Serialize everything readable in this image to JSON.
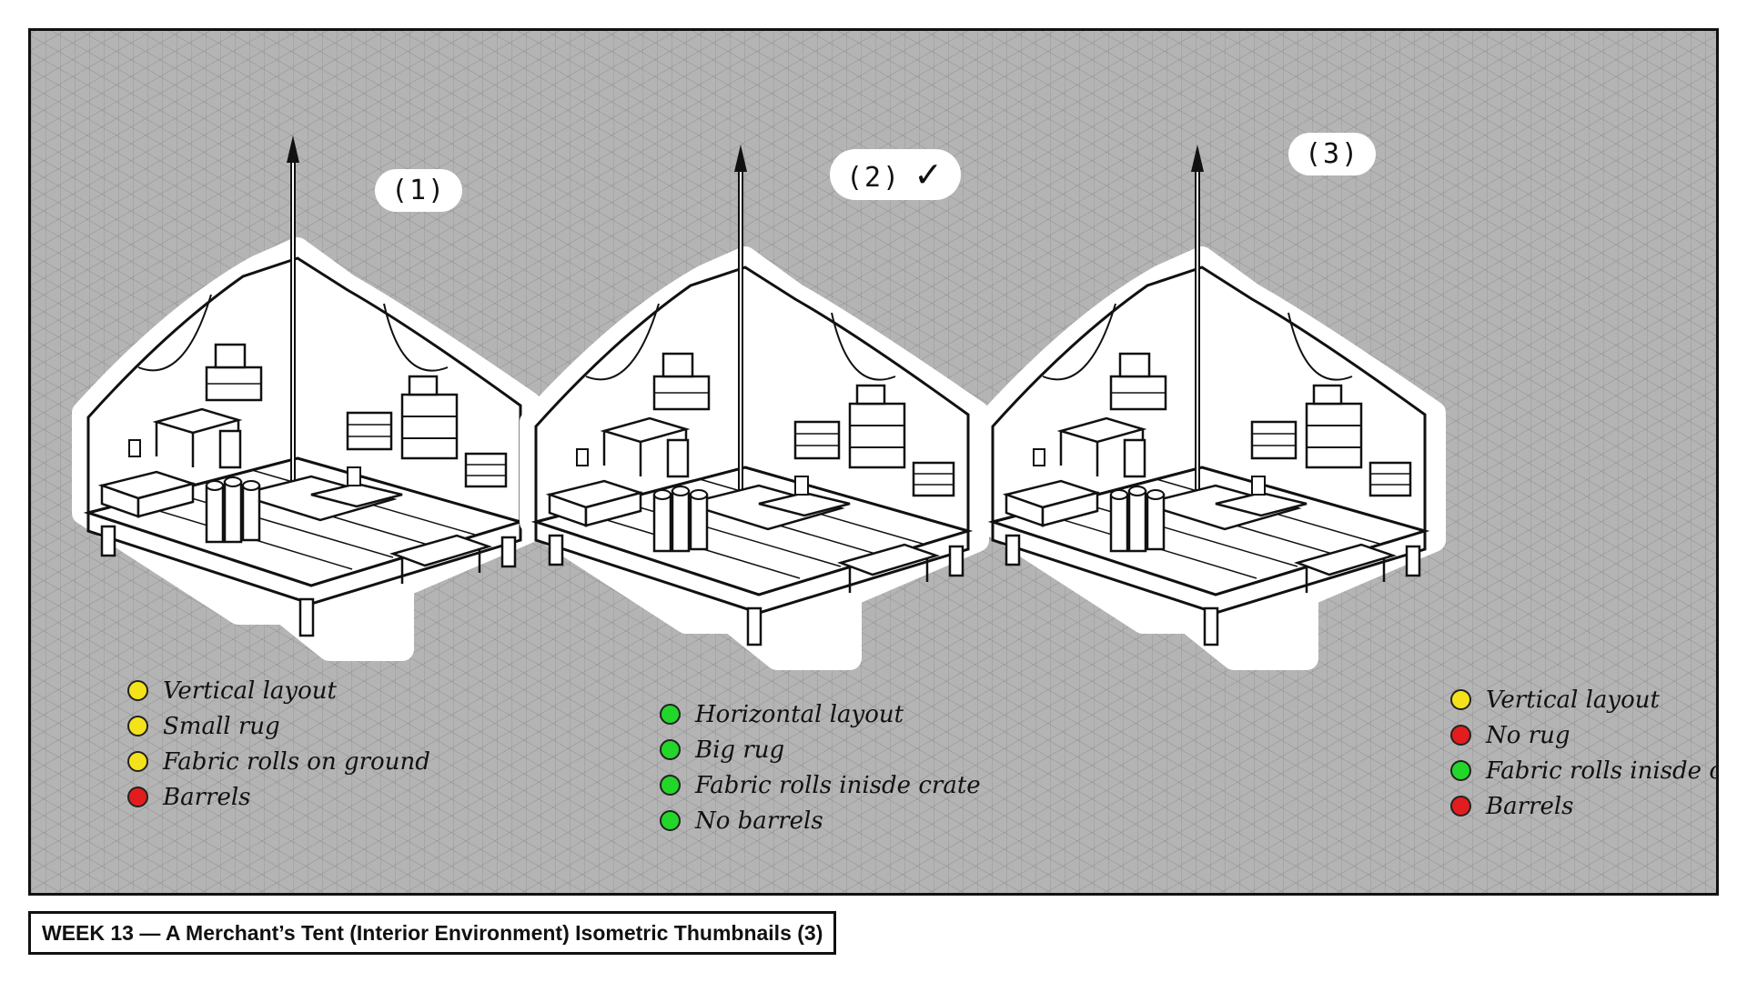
{
  "caption": "WEEK 13 — A Merchant’s Tent (Interior Environment) Isometric Thumbnails (3)",
  "colors": {
    "yellow": "#f4e31a",
    "red": "#e31d1d",
    "green": "#23d62a"
  },
  "tents": [
    {
      "label": "(1)",
      "selected": false,
      "checklist": [
        {
          "text": "Vertical layout",
          "status": "yellow"
        },
        {
          "text": "Small rug",
          "status": "yellow"
        },
        {
          "text": "Fabric rolls on ground",
          "status": "yellow"
        },
        {
          "text": "Barrels",
          "status": "red"
        }
      ]
    },
    {
      "label": "(2)",
      "selected": true,
      "check_mark": "✓",
      "checklist": [
        {
          "text": "Horizontal layout",
          "status": "green"
        },
        {
          "text": "Big rug",
          "status": "green"
        },
        {
          "text": "Fabric rolls inisde crate",
          "status": "green"
        },
        {
          "text": "No barrels",
          "status": "green"
        }
      ]
    },
    {
      "label": "(3)",
      "selected": false,
      "checklist": [
        {
          "text": "Vertical layout",
          "status": "yellow"
        },
        {
          "text": "No rug",
          "status": "red"
        },
        {
          "text": "Fabric rolls inisde crate",
          "status": "green"
        },
        {
          "text": "Barrels",
          "status": "red"
        }
      ]
    }
  ]
}
